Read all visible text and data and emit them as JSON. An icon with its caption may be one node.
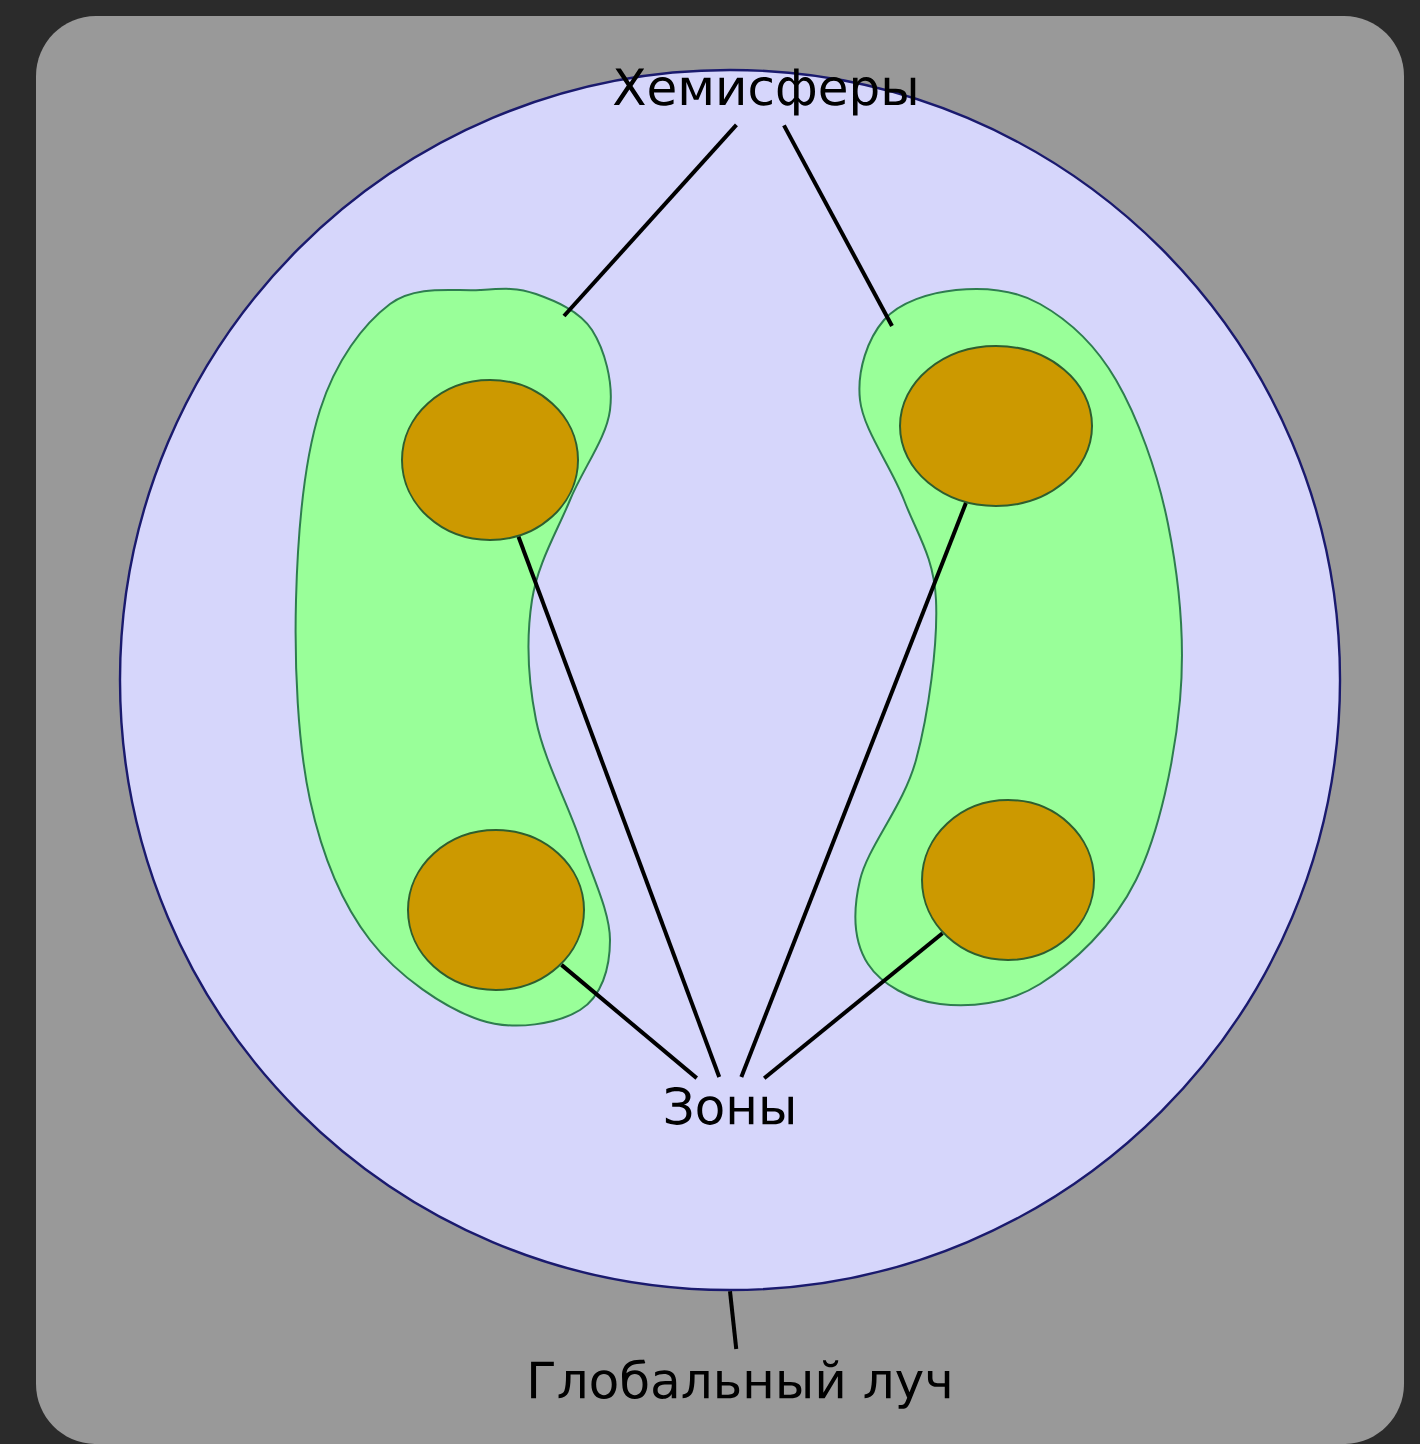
{
  "diagram": {
    "nodes": [
      {
        "text": [],
        "shape": "circle"
      },
      {
        "text": [
          "Хемисферы"
        ],
        "in": 0
      },
      {
        "text": [],
        "shape": "blob",
        "in": 0
      },
      {
        "text": [],
        "shape": "blob",
        "in": 0
      },
      {
        "text": [],
        "shape": "circle",
        "in": 2
      },
      {
        "text": [],
        "shape": "circle",
        "in": 3
      },
      {
        "text": [],
        "shape": "circle",
        "in": 2
      },
      {
        "text": [],
        "shape": "circle",
        "in": 3
      },
      {
        "text": [
          "Зоны"
        ],
        "in": 0
      },
      {
        "text": [
          "Глобальный луч"
        ]
      }
    ],
    "edges": [
      {
        "from": 1,
        "to": 2,
        "arrow": "none"
      },
      {
        "from": 1,
        "to": 3,
        "arrow": "none"
      },
      {
        "from": 8,
        "to": 4,
        "arrow": "none"
      },
      {
        "from": 8,
        "to": 6,
        "arrow": "none"
      },
      {
        "from": 8,
        "to": 5,
        "arrow": "none"
      },
      {
        "from": 8,
        "to": 7,
        "arrow": "none"
      },
      {
        "from": 9,
        "to": 0,
        "arrow": "none"
      }
    ]
  }
}
